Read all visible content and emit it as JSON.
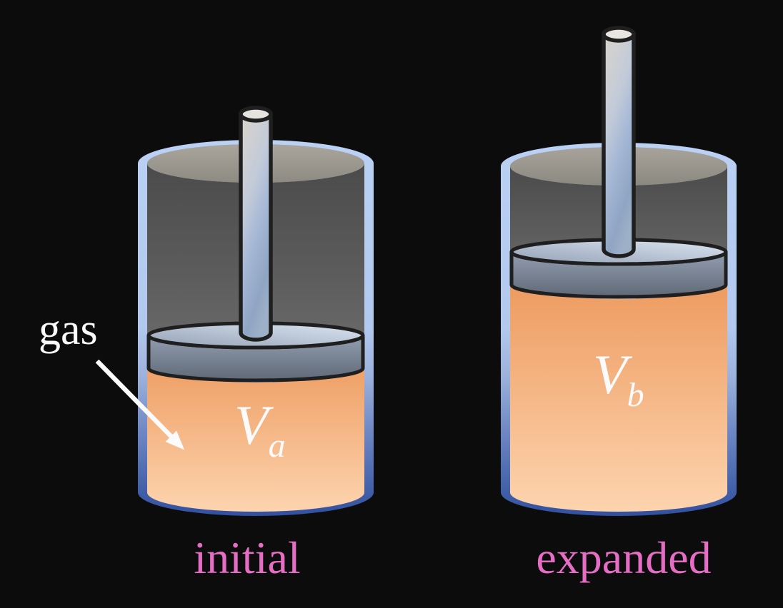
{
  "figure": {
    "type": "physics-diagram",
    "description": "gas in a cylinder with piston, shown before and after expansion",
    "gas_pointer_label": "gas",
    "states": [
      {
        "id": "initial",
        "label": "initial",
        "volume_base": "V",
        "volume_sub": "a"
      },
      {
        "id": "expanded",
        "label": "expanded",
        "volume_base": "V",
        "volume_sub": "b"
      }
    ],
    "colors": {
      "background": "#0c0c0c",
      "label_pink": "#e56dc4",
      "label_white": "#fbfbfb",
      "gas_orange_top": "#ed9a5e",
      "gas_orange_bottom": "#fdd4af",
      "wall_blue_light": "#b7cef2",
      "wall_blue_dark": "#32509e",
      "piston_gray": "#8a95a7",
      "interior_gray": "#555555",
      "outline_black": "#1f1f1f",
      "arrow_white": "#fbfbfb"
    }
  }
}
